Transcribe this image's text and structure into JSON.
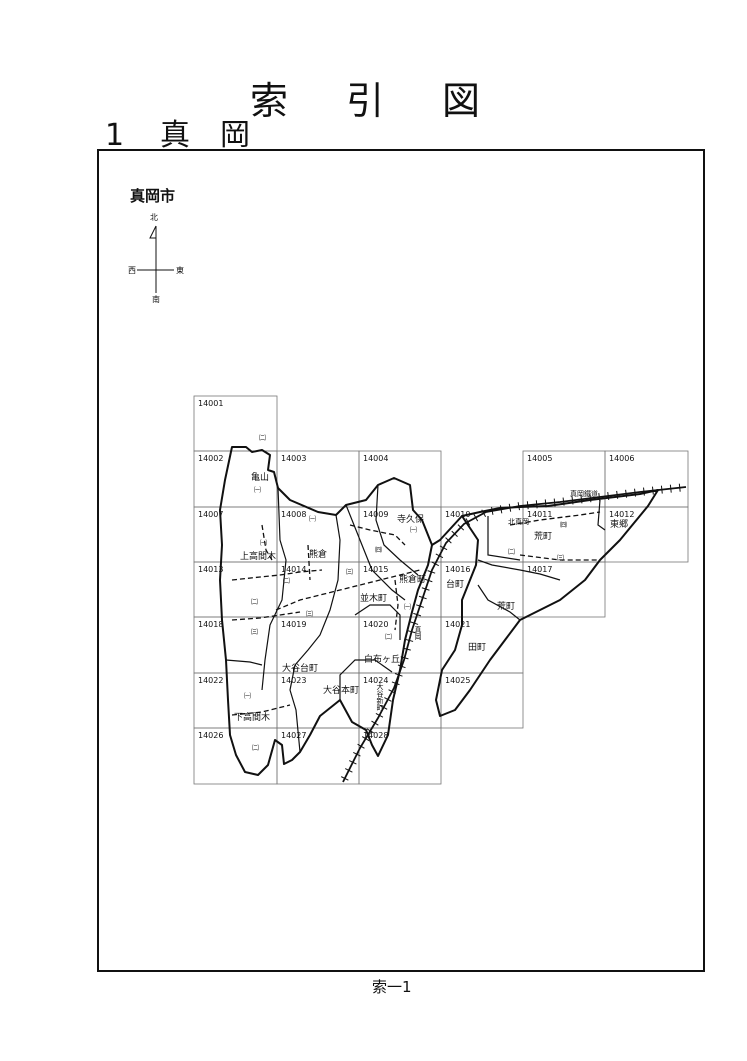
{
  "title": "索引図",
  "section": {
    "number": "1",
    "name": "真岡"
  },
  "city_label": "真岡市",
  "compass": {
    "north": "北",
    "south": "南",
    "east": "東",
    "west": "西"
  },
  "sheets": [
    "14001",
    "14002",
    "14003",
    "14004",
    "14005",
    "14006",
    "14007",
    "14008",
    "14009",
    "14010",
    "14011",
    "14012",
    "14013",
    "14014",
    "14015",
    "14016",
    "14017",
    "14018",
    "14019",
    "14020",
    "14021",
    "14022",
    "14023",
    "14024",
    "14025",
    "14026",
    "14027",
    "14028"
  ],
  "place_labels": {
    "kameyama": "亀山",
    "kameyama_1": "㈠",
    "kameyama_2": "㈡",
    "kamitakamaki": "上高間木",
    "kamitakamaki_1": "㈠",
    "kamitakamaki_2": "㈡",
    "kamitakamaki_3": "㈢",
    "kumakura": "熊倉",
    "kumakura_1": "㈠",
    "kumakura_2": "㈡",
    "kumakura_3": "㈢",
    "kumakura_3b": "㈢",
    "terakubo": "寺久保",
    "terakubo_1": "㈠",
    "terakubo_4": "㈣",
    "kumakuramachi": "熊倉町",
    "namikimachi": "並木町",
    "namiki_1": "㈠",
    "namiki_2": "㈡",
    "kitamaoka": "北真岡",
    "daimachi": "台町",
    "aramachi_w": "荒町",
    "aramachi_e": "荒町",
    "aramachi_2": "㈡",
    "aramachi_3": "㈢",
    "aramachi_4": "㈣",
    "higashigo": "東郷",
    "tamachi": "田町",
    "shirafugaoka": "白布ヶ丘",
    "ooyadaimachi": "大谷台町",
    "ooyahonmachi": "大谷本町",
    "ooyashinmachi": "大谷新町",
    "shimotakamaki": "下高間木",
    "shimotakamaki_1": "㈠",
    "shimotakamaki_2": "㈡",
    "maoka_station": "真岡",
    "railway": "真岡鐵道"
  },
  "page_footer": "索一1"
}
